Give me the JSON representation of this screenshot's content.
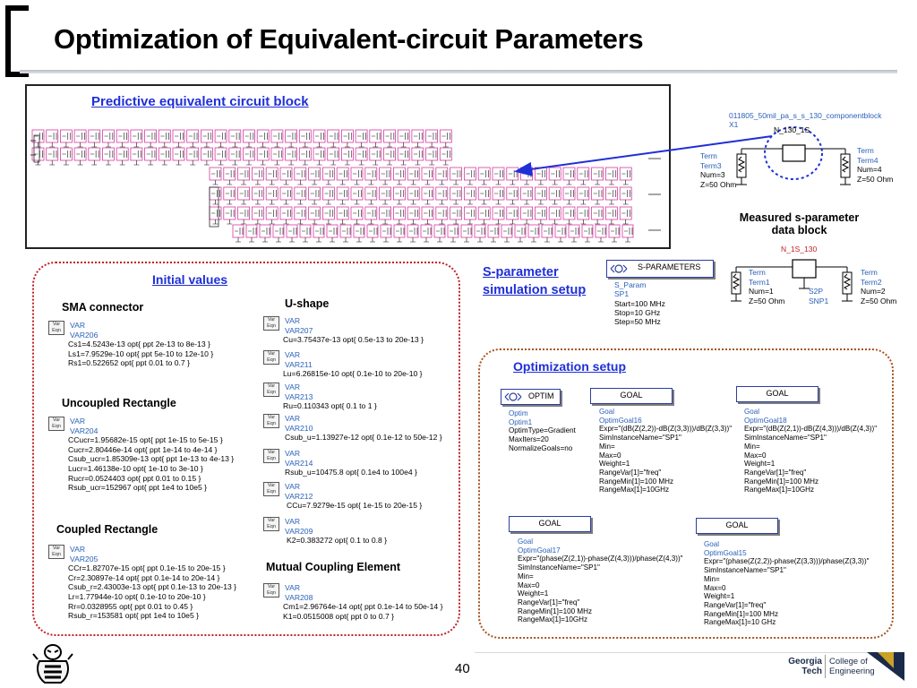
{
  "title": "Optimization of Equivalent-circuit Parameters",
  "predictive": {
    "title": "Predictive equivalent circuit block"
  },
  "component_block": {
    "name": "011805_50mil_pa_s_s_130_componentblock",
    "instance": "X1",
    "box_label": "N_130_1S",
    "term_left": [
      "Term",
      "Term3",
      "Num=3",
      "Z=50 Ohm"
    ],
    "term_right": [
      "Term",
      "Term4",
      "Num=4",
      "Z=50 Ohm"
    ]
  },
  "measured_label": [
    "Measured s-parameter",
    "data block"
  ],
  "snp": {
    "box_label": "N_1S_130",
    "term_left": [
      "Term",
      "Term1",
      "Num=1",
      "Z=50 Ohm"
    ],
    "term_right": [
      "Term",
      "Term2",
      "Num=2",
      "Z=50 Ohm"
    ],
    "s2p": [
      "S2P",
      "SNP1"
    ]
  },
  "sparam_setup": {
    "title_lines": [
      "S-parameter",
      "simulation setup"
    ],
    "box_label": "S-PARAMETERS",
    "lines": [
      "S_Param",
      "SP1",
      "Start=100 MHz",
      "Stop=10 GHz",
      "Step=50 MHz"
    ]
  },
  "initial_values": {
    "title": "Initial values",
    "sma": {
      "label": "SMA connector",
      "lines": [
        "VAR",
        "VAR206",
        "Cs1=4.5243e-13 opt{ ppt 2e-13 to 8e-13 }",
        "Ls1=7.9529e-10 opt{ ppt 5e-10 to 12e-10 }",
        "Rs1=0.522652 opt{ ppt 0.01 to 0.7 }"
      ]
    },
    "uncoupled": {
      "label": "Uncoupled Rectangle",
      "lines": [
        "VAR",
        "VAR204",
        "CCucr=1.95682e-15 opt{ ppt 1e-15 to 5e-15 }",
        "Cucr=2.80446e-14 opt{ ppt 1e-14 to 4e-14 }",
        "Csub_ucr=1.85309e-13 opt{ ppt 1e-13 to 4e-13 }",
        "Lucr=1.46138e-10 opt{ 1e-10 to 3e-10 }",
        "Rucr=0.0524403 opt{ ppt 0.01 to 0.15 }",
        "Rsub_ucr=152967 opt{ ppt 1e4 to 10e5 }"
      ]
    },
    "coupled": {
      "label": "Coupled Rectangle",
      "lines": [
        "VAR",
        "VAR205",
        "CCr=1.82707e-15 opt{ ppt 0.1e-15 to 20e-15 }",
        "Cr=2.30897e-14 opt{ ppt 0.1e-14 to 20e-14 }",
        "Csub_r=2.43003e-13 opt{ ppt 0.1e-13 to 20e-13 }",
        "Lr=1.77944e-10 opt{ 0.1e-10 to 20e-10 }",
        "Rr=0.0328955 opt{ ppt 0.01 to 0.45 }",
        "Rsub_r=153581 opt{ ppt 1e4 to 10e5 }"
      ]
    },
    "ushape": {
      "label": "U-shape",
      "blocks": [
        [
          "VAR",
          "VAR207",
          "Cu=3.75437e-13 opt{ 0.5e-13 to 20e-13 }"
        ],
        [
          "VAR",
          "VAR211",
          "Lu=6.26815e-10 opt{ 0.1e-10 to 20e-10 }"
        ],
        [
          "VAR",
          "VAR213",
          "Ru=0.110343 opt{ 0.1 to 1 }"
        ],
        [
          "VAR",
          "VAR210",
          "Csub_u=1.13927e-12 opt{ 0.1e-12 to 50e-12 }"
        ],
        [
          "VAR",
          "VAR214",
          "Rsub_u=10475.8 opt{ 0.1e4 to 100e4 }"
        ],
        [
          "VAR",
          "VAR212",
          "CCu=7.9279e-15 opt{ 1e-15 to 20e-15 }"
        ],
        [
          "VAR",
          "VAR209",
          "K2=0.383272 opt{ 0.1 to 0.8 }"
        ]
      ]
    },
    "mutual": {
      "label": "Mutual Coupling Element",
      "lines": [
        "VAR",
        "VAR208",
        "Cm1=2.96764e-14 opt{ ppt 0.1e-14 to 50e-14 }",
        "K1=0.0515008 opt{ ppt 0 to 0.7 }"
      ]
    },
    "var_icon": [
      "Var",
      "Eqn"
    ]
  },
  "optimization": {
    "title": "Optimization setup",
    "optim": {
      "box_label": "OPTIM",
      "lines": [
        "Optim",
        "Optim1",
        "OptimType=Gradient",
        "MaxIters=20",
        "NormalizeGoals=no"
      ]
    },
    "goals": [
      {
        "box_label": "GOAL",
        "lines": [
          "Goal",
          "OptimGoal16",
          "Expr=\"(dB(Z(2,2))-dB(Z(3,3)))/dB(Z(3,3))\"",
          "SimInstanceName=\"SP1\"",
          "Min=",
          "Max=0",
          "Weight=1",
          "RangeVar[1]=\"freq\"",
          "RangeMin[1]=100 MHz",
          "RangeMax[1]=10GHz"
        ]
      },
      {
        "box_label": "GOAL",
        "lines": [
          "Goal",
          "OptimGoal18",
          "Expr=\"(dB(Z(2,1))-dB(Z(4,3)))/dB(Z(4,3))\"",
          "SimInstanceName=\"SP1\"",
          "Min=",
          "Max=0",
          "Weight=1",
          "RangeVar[1]=\"freq\"",
          "RangeMin[1]=100 MHz",
          "RangeMax[1]=10GHz"
        ]
      },
      {
        "box_label": "GOAL",
        "lines": [
          "Goal",
          "OptimGoal17",
          "Expr=\"(phase(Z(2,1))-phase(Z(4,3)))/phase(Z(4,3))\"",
          "SimInstanceName=\"SP1\"",
          "Min=",
          "Max=0",
          "Weight=1",
          "RangeVar[1]=\"freq\"",
          "RangeMin[1]=100 MHz",
          "RangeMax[1]=10GHz"
        ]
      },
      {
        "box_label": "GOAL",
        "lines": [
          "Goal",
          "OptimGoal15",
          "Expr=\"(phase(Z(2,2))-phase(Z(3,3)))/phase(Z(3,3))\"",
          "SimInstanceName=\"SP1\"",
          "Min=",
          "Max=0",
          "Weight=1",
          "RangeVar[1]=\"freq\"",
          "RangeMin[1]=100 MHz",
          "RangeMax[1]=10 GHz"
        ]
      }
    ]
  },
  "footer": {
    "page_number": "40",
    "logo_georgia": "Georgia",
    "logo_tech": "Tech",
    "college_1": "College of",
    "college_2": "Engineering"
  },
  "colors": {
    "link_blue": "#1f2fd8",
    "param_blue": "#2a62b8",
    "left_dash": "#c0202a",
    "right_dash": "#a8531d",
    "schematic_pink": "#d43aa0"
  }
}
